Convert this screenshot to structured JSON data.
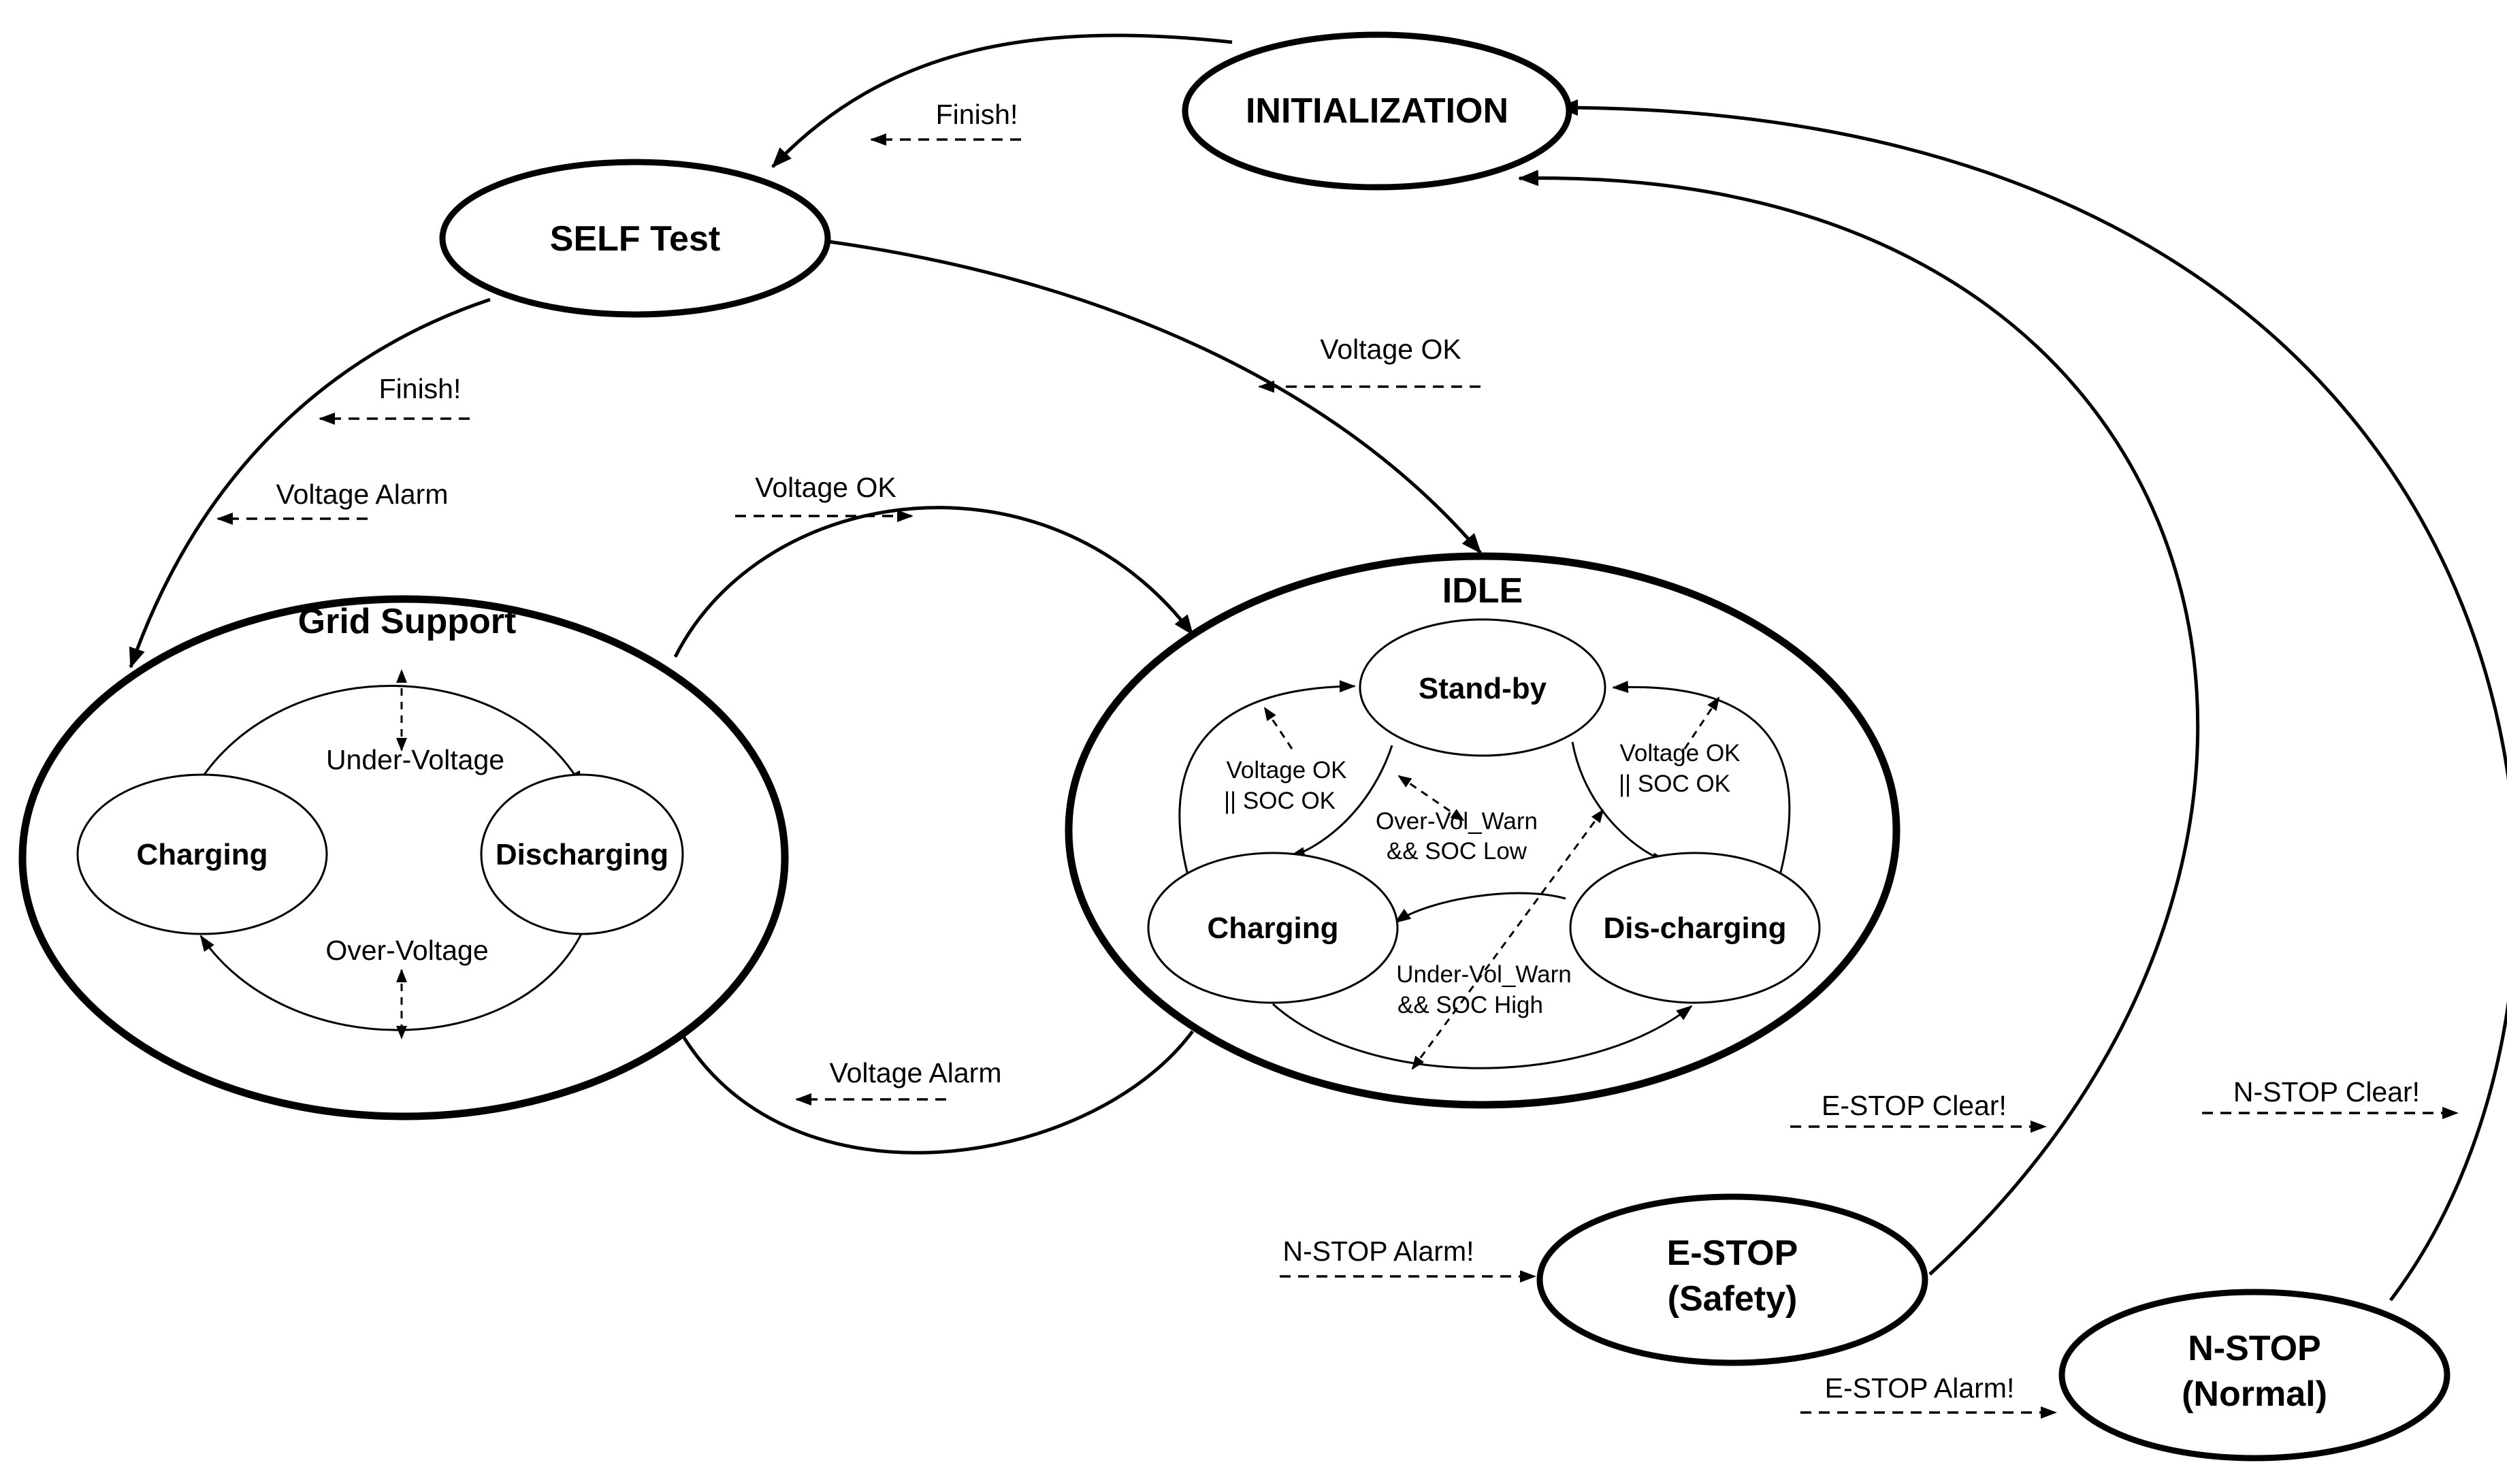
{
  "states": {
    "initialization": "INITIALIZATION",
    "self_test": "SELF Test",
    "grid_support": {
      "title": "Grid Support",
      "charging": "Charging",
      "discharging": "Discharging",
      "under_voltage": "Under-Voltage",
      "over_voltage": "Over-Voltage"
    },
    "idle": {
      "title": "IDLE",
      "standby": "Stand-by",
      "charging": "Charging",
      "discharging": "Dis-charging",
      "left_cond_line1": "Voltage OK",
      "left_cond_line2": "|| SOC OK",
      "right_cond_line1": "Voltage OK",
      "right_cond_line2": "|| SOC OK",
      "over_cond_line1": "Over-Vol_Warn",
      "over_cond_line2": "&& SOC Low",
      "under_cond_line1": "Under-Vol_Warn",
      "under_cond_line2": "&& SOC High"
    },
    "estop": {
      "line1": "E-STOP",
      "line2": "(Safety)"
    },
    "nstop": {
      "line1": "N-STOP",
      "line2": "(Normal)"
    }
  },
  "transitions": {
    "init_to_self": "Finish!",
    "self_to_grid_finish": "Finish!",
    "self_to_grid_alarm": "Voltage Alarm",
    "self_to_idle": "Voltage OK",
    "grid_to_idle": "Voltage OK",
    "idle_to_grid": "Voltage Alarm",
    "estop_clear": "E-STOP Clear!",
    "nstop_clear": "N-STOP Clear!",
    "nstop_alarm": "N-STOP Alarm!",
    "estop_alarm": "E-STOP Alarm!"
  }
}
